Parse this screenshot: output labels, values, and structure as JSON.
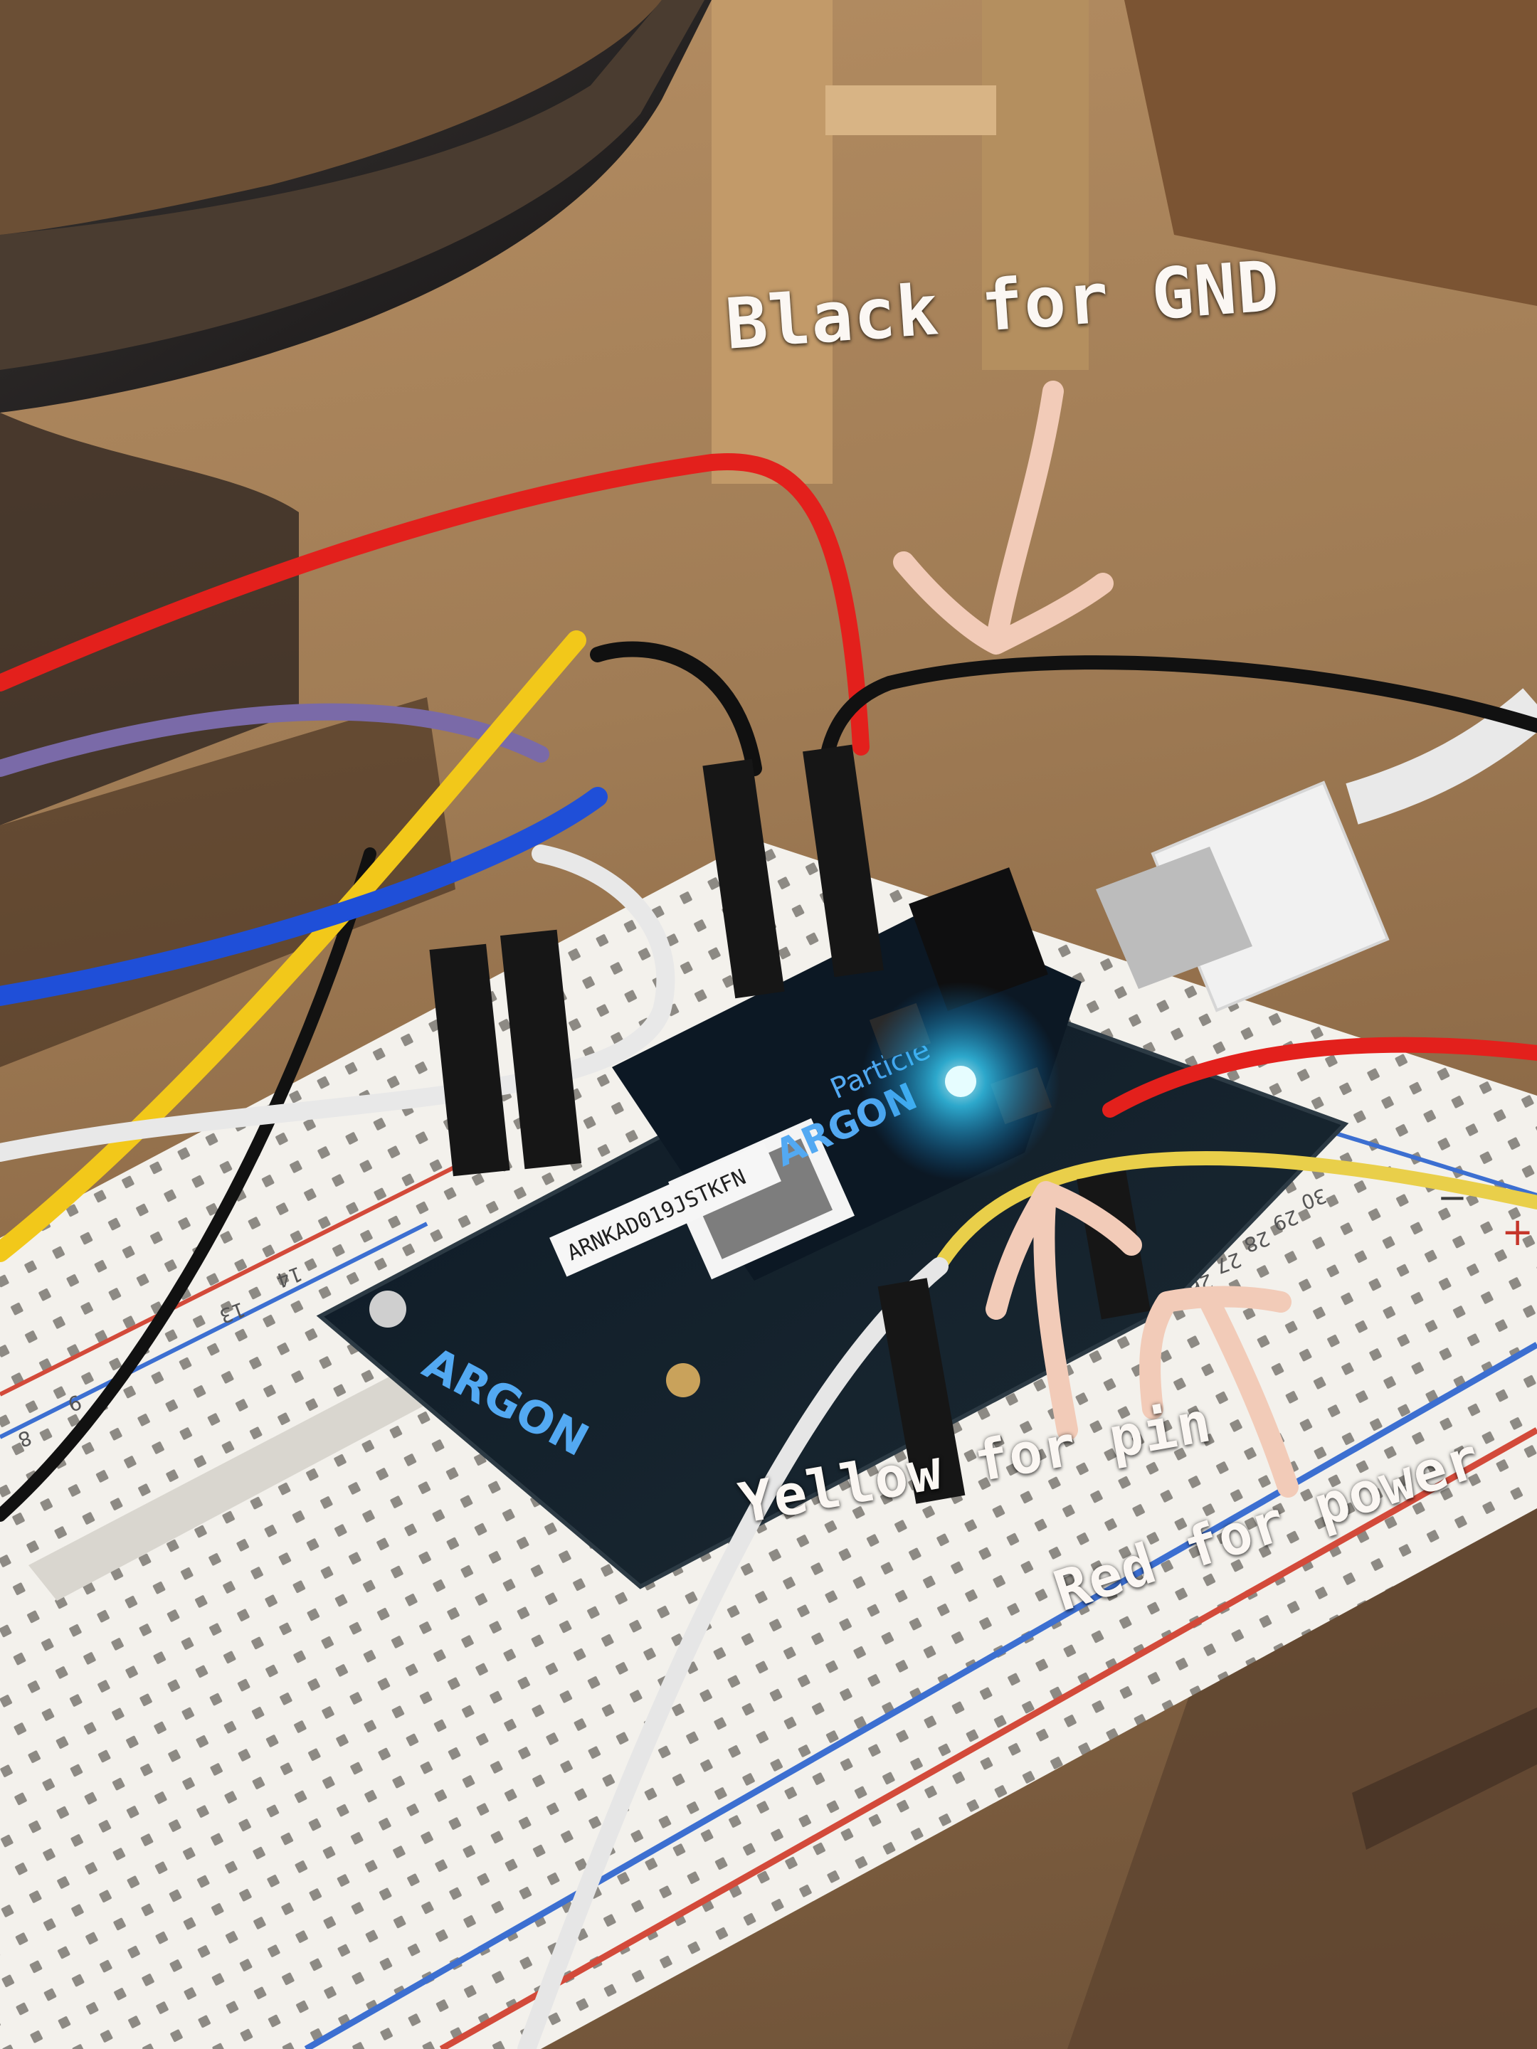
{
  "annotations": {
    "gnd": "Black for GND",
    "pin": "Yellow for pin",
    "power": "Red for power"
  },
  "board": {
    "brand": "Particle",
    "model": "ARGON",
    "serial": "ARNKAD019JSTKFN",
    "edge_label": "ARGON"
  },
  "breadboard": {
    "column_numbers": [
      "30",
      "29",
      "28",
      "27",
      "26",
      "14",
      "13",
      "9",
      "8"
    ],
    "rail_negative": "−",
    "rail_positive": "+"
  },
  "colors": {
    "arrow": "#f2cbb8",
    "caption_text": "#fbf7f3",
    "wire_black": "#111111",
    "wire_red": "#e3201c",
    "wire_yellow": "#f2c81a",
    "wire_blue": "#1f4fd8",
    "wire_white": "#e8e8e8",
    "wire_purple": "#7a6aa8",
    "status_led": "#45e0ff",
    "breadboard": "#f3f1ec",
    "rail_red": "#d34a3a",
    "rail_blue": "#3c6fd1"
  }
}
